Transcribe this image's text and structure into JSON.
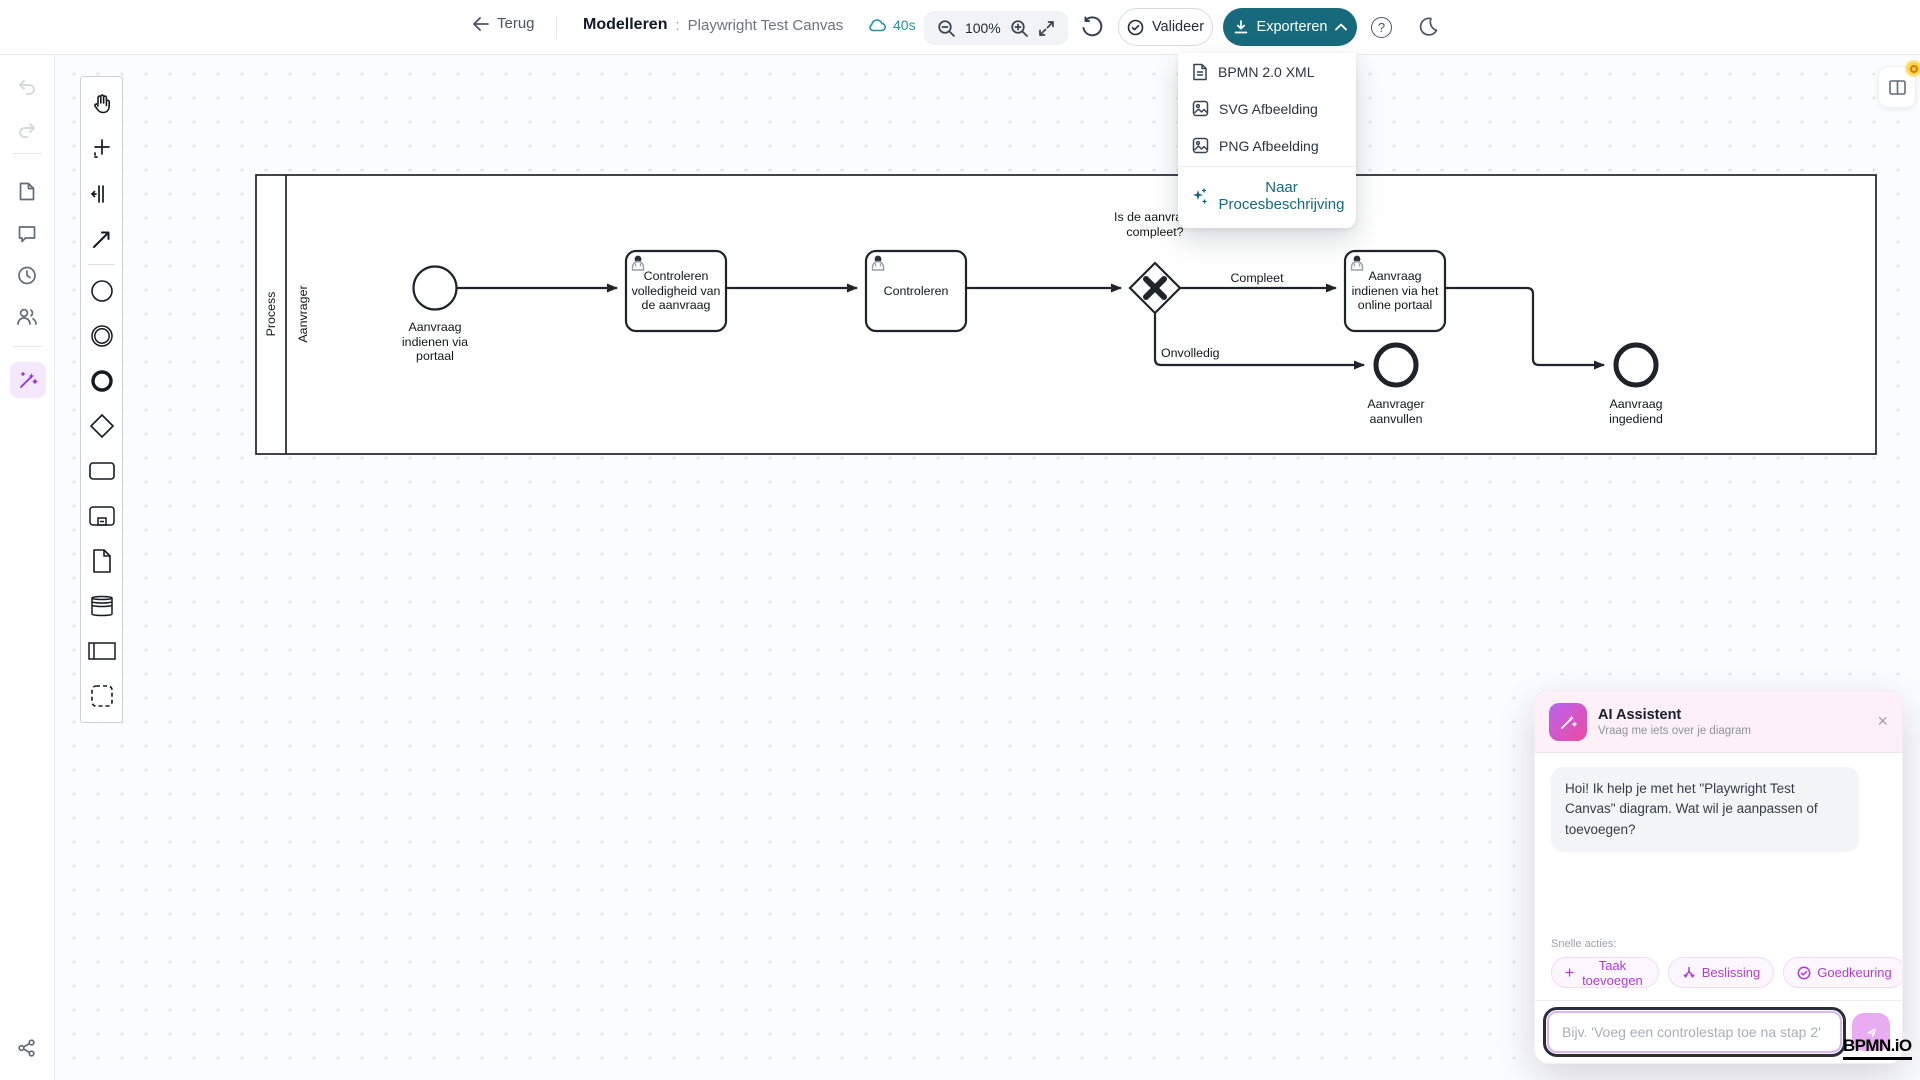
{
  "header": {
    "back_label": "Terug",
    "mode_label": "Modelleren",
    "title": "Playwright Test Canvas",
    "autosave": "40s",
    "zoom_level": "100%",
    "validate_label": "Valideer",
    "export_label": "Exporteren"
  },
  "glyphs": {
    "help": "?",
    "close": "×",
    "colon": ":"
  },
  "export_menu": {
    "items": [
      {
        "label": "BPMN 2.0 XML"
      },
      {
        "label": "SVG Afbeelding"
      },
      {
        "label": "PNG Afbeelding"
      }
    ],
    "footer_label": "Naar Procesbeschrijving"
  },
  "diagram": {
    "pool_label": "Process",
    "lane_label": "Aanvrager",
    "start_event_label": "Aanvraag indienen via portaal",
    "task1_label": "Controleren volledigheid van de aanvraag",
    "task2_label": "Controleren",
    "gateway_label": "Is de aanvraag compleet?",
    "flow_compleet_label": "Compleet",
    "flow_onvolledig_label": "Onvolledig",
    "task3_label": "Aanvraag indienen via het online portaal",
    "end1_label": "Aanvrager aanvullen",
    "end2_label": "Aanvraag ingediend"
  },
  "assistant": {
    "title": "AI Assistent",
    "subtitle": "Vraag me iets over je diagram",
    "message": "Hoi! Ik help je met het \"Playwright Test Canvas\" diagram. Wat wil je aanpassen of toevoegen?",
    "quick_actions_label": "Snelle acties:",
    "quick_actions": [
      {
        "label": "Taak toevoegen"
      },
      {
        "label": "Beslissing"
      },
      {
        "label": "Goedkeuring"
      }
    ],
    "input_placeholder": "Bijv. 'Voeg een controlestap toe na stap 2'"
  },
  "watermark": {
    "text": "BPMN.iO"
  },
  "colors": {
    "accent_teal": "#17697c",
    "autosave_teal": "#2491a5",
    "ai_purple": "#b33ad6",
    "ai_gradient_start": "#b565f0",
    "ai_gradient_end": "#ee4aa0",
    "badge_amber": "#fcd34d"
  }
}
